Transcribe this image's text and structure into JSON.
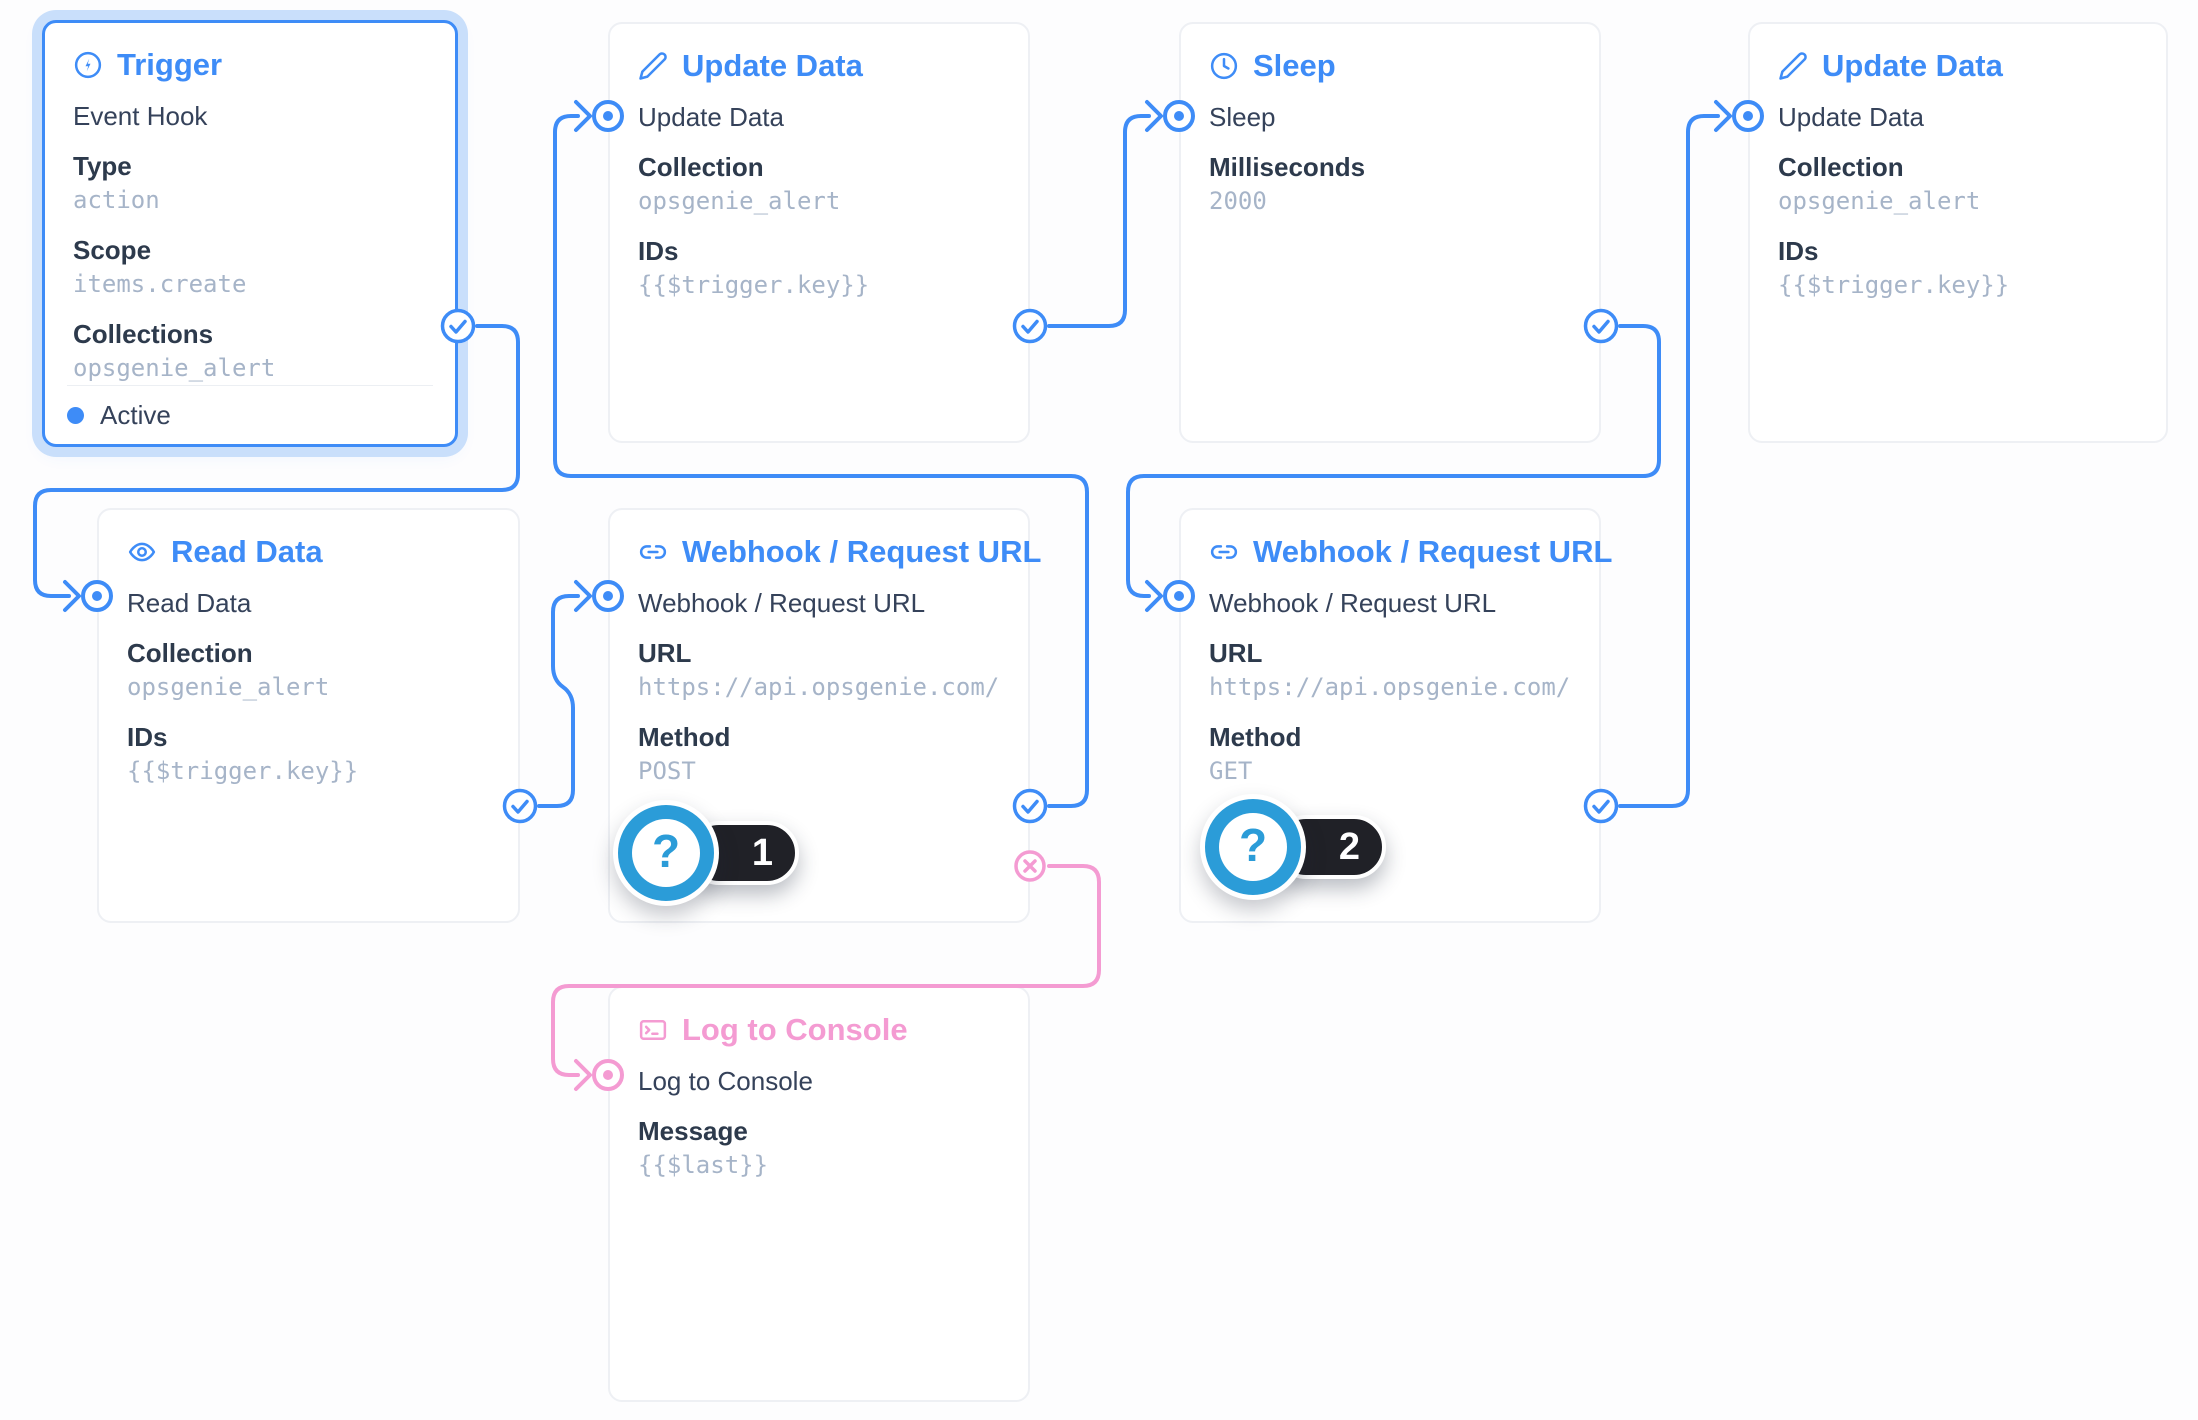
{
  "colors": {
    "accent": "#3e8cf7",
    "pink": "#f49bd2",
    "badge_blue": "#2b9cd8",
    "label_text": "#2d3a4c",
    "value_text": "#a6b4c8",
    "pill_black": "#202127",
    "selected_halo": "#c9dffb"
  },
  "nodes": {
    "trigger": {
      "icon": "zap-circle-icon",
      "title": "Trigger",
      "name": "Event Hook",
      "fields": [
        {
          "label": "Type",
          "value": "action"
        },
        {
          "label": "Scope",
          "value": "items.create"
        },
        {
          "label": "Collections",
          "value": "opsgenie_alert"
        }
      ],
      "status": "Active",
      "selected": true
    },
    "update_data_1": {
      "icon": "pencil-icon",
      "title": "Update Data",
      "name": "Update Data",
      "fields": [
        {
          "label": "Collection",
          "value": "opsgenie_alert"
        },
        {
          "label": "IDs",
          "value": "{{$trigger.key}}"
        }
      ]
    },
    "sleep": {
      "icon": "clock-icon",
      "title": "Sleep",
      "name": "Sleep",
      "fields": [
        {
          "label": "Milliseconds",
          "value": "2000"
        }
      ]
    },
    "update_data_2": {
      "icon": "pencil-icon",
      "title": "Update Data",
      "name": "Update Data",
      "fields": [
        {
          "label": "Collection",
          "value": "opsgenie_alert"
        },
        {
          "label": "IDs",
          "value": "{{$trigger.key}}"
        }
      ]
    },
    "read_data": {
      "icon": "eye-icon",
      "title": "Read Data",
      "name": "Read Data",
      "fields": [
        {
          "label": "Collection",
          "value": "opsgenie_alert"
        },
        {
          "label": "IDs",
          "value": "{{$trigger.key}}"
        }
      ]
    },
    "webhook_post": {
      "icon": "link-icon",
      "title": "Webhook / Request URL",
      "name": "Webhook / Request URL",
      "fields": [
        {
          "label": "URL",
          "value": "https://api.opsgenie.com/v…"
        },
        {
          "label": "Method",
          "value": "POST"
        }
      ],
      "badge": {
        "symbol": "?",
        "count": "1"
      }
    },
    "webhook_get": {
      "icon": "link-icon",
      "title": "Webhook / Request URL",
      "name": "Webhook / Request URL",
      "fields": [
        {
          "label": "URL",
          "value": "https://api.opsgenie.com/v…"
        },
        {
          "label": "Method",
          "value": "GET"
        }
      ],
      "badge": {
        "symbol": "?",
        "count": "2"
      }
    },
    "log_to_console": {
      "icon": "terminal-icon",
      "title": "Log to Console",
      "name": "Log to Console",
      "fields": [
        {
          "label": "Message",
          "value": "{{$last}}"
        }
      ],
      "color": "pink"
    }
  },
  "connections": [
    {
      "from": "trigger",
      "port": "resolve",
      "to": "read_data"
    },
    {
      "from": "read_data",
      "port": "resolve",
      "to": "webhook_post"
    },
    {
      "from": "webhook_post",
      "port": "resolve",
      "to": "update_data_1"
    },
    {
      "from": "update_data_1",
      "port": "resolve",
      "to": "sleep"
    },
    {
      "from": "sleep",
      "port": "resolve",
      "to": "webhook_get"
    },
    {
      "from": "webhook_get",
      "port": "resolve",
      "to": "update_data_2"
    },
    {
      "from": "webhook_post",
      "port": "reject",
      "to": "log_to_console"
    }
  ]
}
